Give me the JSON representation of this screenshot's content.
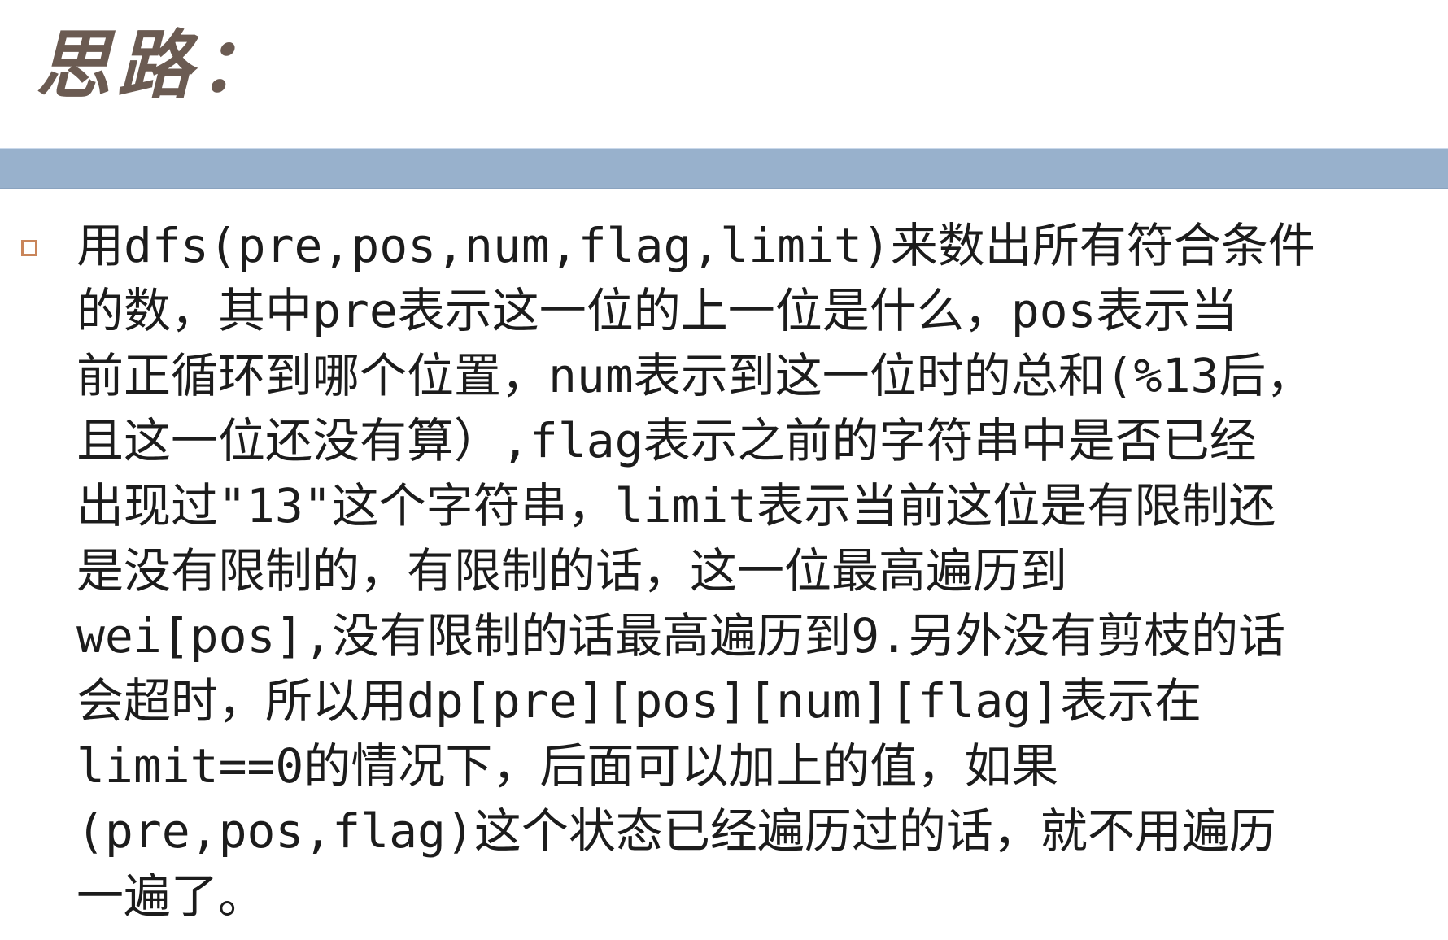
{
  "slide": {
    "title": "思路：",
    "accent_bar_color": "#98b1cc",
    "bullet_icon": "square-bullet-icon",
    "lines": [
      "用dfs(pre,pos,num,flag,limit)来数出所有符合条件",
      "的数，其中pre表示这一位的上一位是什么，pos表示当",
      "前正循环到哪个位置，num表示到这一位时的总和(%13后，",
      "且这一位还没有算）,flag表示之前的字符串中是否已经",
      "出现过\"13\"这个字符串，limit表示当前这位是有限制还",
      "是没有限制的，有限制的话，这一位最高遍历到",
      "wei[pos],没有限制的话最高遍历到9.另外没有剪枝的话",
      "会超时，所以用dp[pre][pos][num][flag]表示在",
      "limit==0的情况下，后面可以加上的值，如果",
      "(pre,pos,flag)这个状态已经遍历过的话，就不用遍历",
      "一遍了。"
    ]
  }
}
